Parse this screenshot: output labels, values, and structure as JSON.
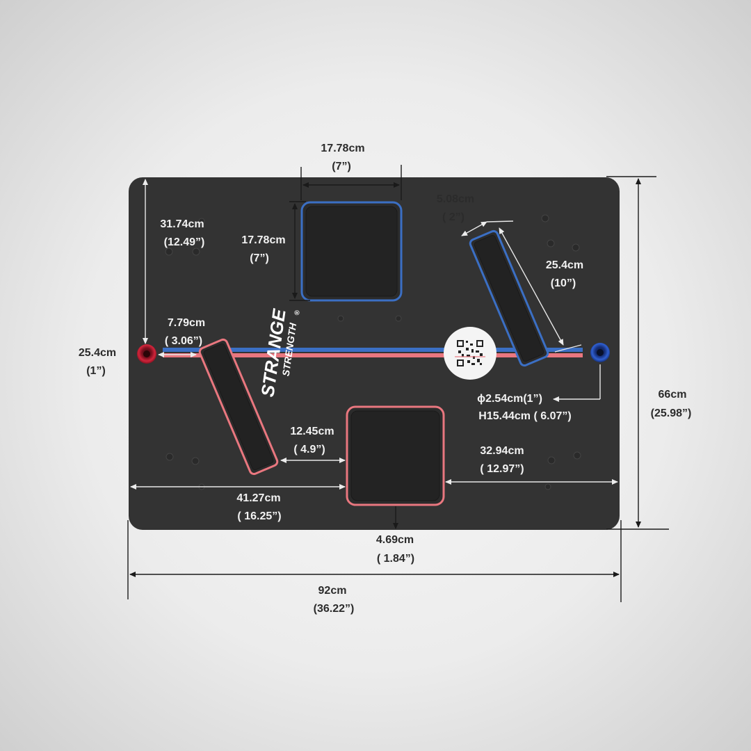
{
  "brand": {
    "line1": "STRANGE",
    "line2": "STRENGTH",
    "mark": "®"
  },
  "colors": {
    "board": "#333333",
    "blue": "#3b6fc4",
    "red": "#e9777f",
    "background": "#ececec"
  },
  "dimensions": {
    "top_square_width": {
      "cm": "17.78cm",
      "in": "(7”)"
    },
    "top_square_height": {
      "cm": "17.78cm",
      "in": "(7”)"
    },
    "left_edge_to_axis": {
      "cm": "31.74cm",
      "in": "(12.49”)"
    },
    "slot_width": {
      "cm": "5.08cm",
      "in": "( 2”)"
    },
    "slot_length": {
      "cm": "25.4cm",
      "in": "(10”)"
    },
    "red_peg_gap": {
      "cm": "7.79cm",
      "in": "( 3.06”)"
    },
    "red_peg_diameter": {
      "cm": "25.4cm",
      "in": "(1”)"
    },
    "peg_spec": {
      "diameter": "ϕ2.54cm(1”)",
      "height": "H15.44cm ( 6.07”)"
    },
    "slot_to_square_gap": {
      "cm": "12.45cm",
      "in": "( 4.9”)"
    },
    "right_square_to_edge": {
      "cm": "32.94cm",
      "in": "( 12.97”)"
    },
    "left_edge_to_square": {
      "cm": "41.27cm",
      "in": "( 16.25”)"
    },
    "square_to_bottom": {
      "cm": "4.69cm",
      "in": "( 1.84”)"
    },
    "board_height": {
      "cm": "66cm",
      "in": "(25.98”)"
    },
    "board_width": {
      "cm": "92cm",
      "in": "(36.22”)"
    }
  }
}
